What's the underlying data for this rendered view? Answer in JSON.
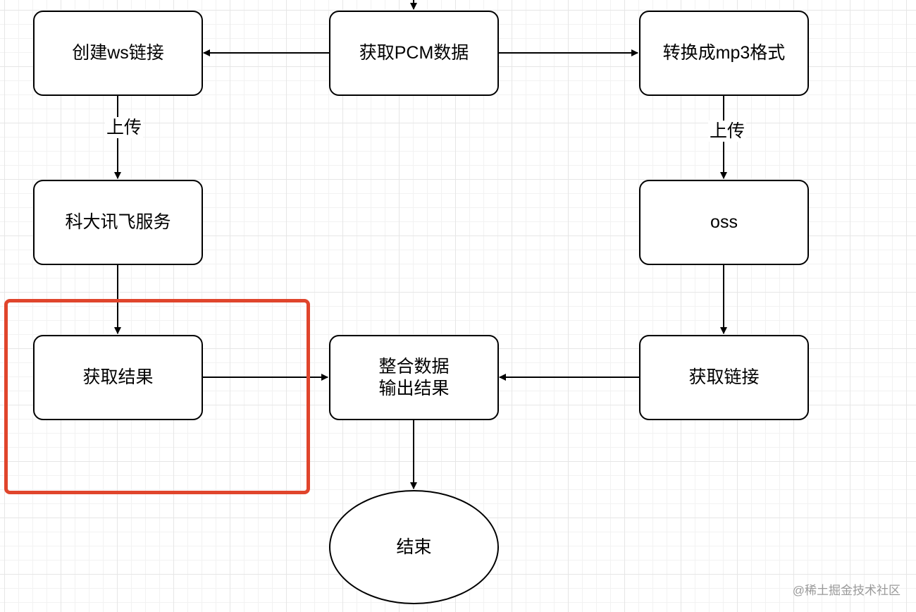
{
  "nodes": {
    "create_ws": "创建ws链接",
    "get_pcm": "获取PCM数据",
    "to_mp3": "转换成mp3格式",
    "xunfei": "科大讯飞服务",
    "oss": "oss",
    "get_result": "获取结果",
    "merge": "整合数据\n输出结果",
    "get_link": "获取链接",
    "end": "结束"
  },
  "edge_labels": {
    "left_upload": "上传",
    "right_upload": "上传"
  },
  "watermark": "@稀土掘金技术社区",
  "colors": {
    "highlight": "#e0452c",
    "stroke": "#000000"
  }
}
